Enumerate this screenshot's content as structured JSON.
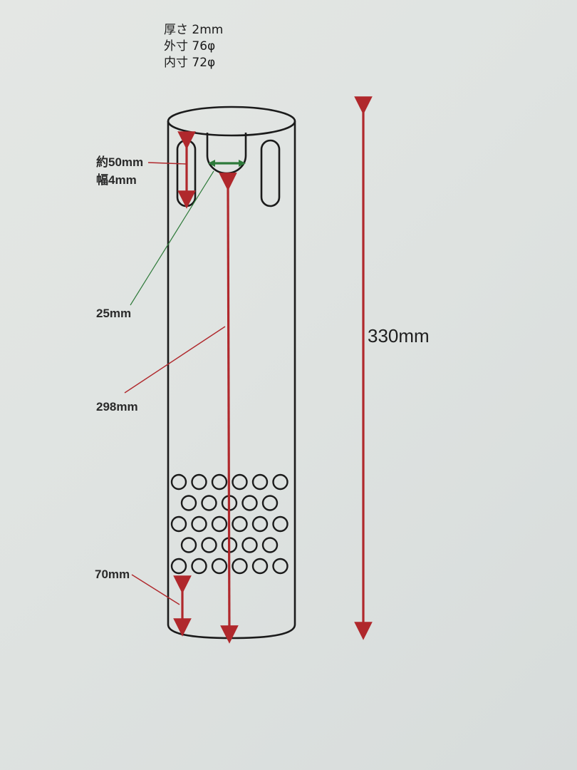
{
  "specs": {
    "thickness": "厚さ  2mm",
    "outer": "外寸  76φ",
    "inner": "内寸  72φ"
  },
  "labels": {
    "slot_length": "約50mm",
    "slot_width": "幅4mm",
    "notch_width": "25mm",
    "inner_length": "298mm",
    "total_length": "330mm",
    "bottom_offset": "70mm"
  },
  "holes": {
    "rows": 5,
    "pattern": [
      6,
      5,
      6,
      5,
      6
    ]
  },
  "colors": {
    "dimension_red": "#b0282c",
    "dimension_green": "#2e7a3a",
    "outline": "#1b1b1b"
  }
}
